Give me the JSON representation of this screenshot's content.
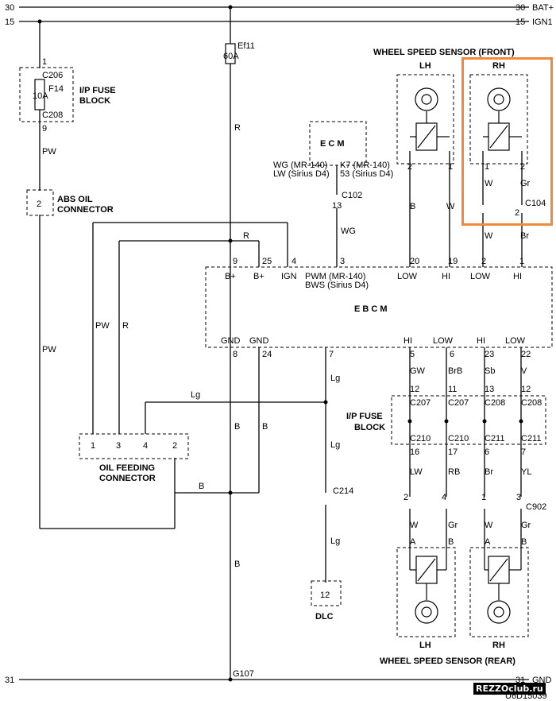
{
  "rails": {
    "bat": {
      "num_left": "30",
      "num_right": "30",
      "label": "BAT+"
    },
    "ign": {
      "num_left": "15",
      "num_right": "15",
      "label": "IGN1"
    },
    "gnd": {
      "num_left": "31",
      "num_right": "31",
      "label": "GND"
    }
  },
  "fuse_ip": {
    "pin_in": "1",
    "conn_in": "C206",
    "name": "F14",
    "rating": "10A",
    "conn_out": "C208",
    "pin_out": "9",
    "title_1": "I/P FUSE",
    "title_2": "BLOCK",
    "wire": "PW"
  },
  "abs_oil": {
    "pin": "2",
    "title_1": "ABS OIL",
    "title_2": "CONNECTOR"
  },
  "fuse_ef": {
    "name": "Ef11",
    "rating": "60A",
    "wire": "R"
  },
  "ecm": {
    "title": "E C M",
    "left_1": "WG (MR-140)",
    "left_2": "LW (Sirius D4)",
    "right_1": "K7 (MR-140)",
    "right_2": "53 (Sirius D4)",
    "conn": "C102",
    "pin": "13",
    "wire": "WG"
  },
  "front_sensor": {
    "title": "WHEEL SPEED SENSOR (FRONT)",
    "lh": "LH",
    "rh": "RH",
    "lh_pin_2": "2",
    "lh_pin_1": "1",
    "rh_pin_1": "1",
    "rh_pin_2": "2",
    "lh_wire_b": "B",
    "lh_wire_w": "W",
    "rh_wire_w": "W",
    "rh_wire_gr": "Gr",
    "conn": "C104",
    "c104_pin": "2",
    "rh_wire_w2": "W",
    "rh_wire_br": "Br"
  },
  "ebcm": {
    "title": "E B C M",
    "top_pins": [
      "9",
      "25",
      "4",
      "3",
      "20",
      "19",
      "2",
      "1"
    ],
    "top_labels": [
      "B+",
      "B+",
      "IGN",
      "PWM (MR-140)",
      "LOW",
      "HI",
      "LOW",
      "HI"
    ],
    "pwm_sub": "BWS (Sirius D4)",
    "bottom_labels": [
      "GND",
      "GND",
      "HI",
      "LOW",
      "HI",
      "LOW"
    ],
    "bottom_pins": [
      "8",
      "24",
      "7",
      "5",
      "6",
      "23",
      "22"
    ]
  },
  "wires_left": {
    "pw": "PW",
    "r": "R",
    "r_top": "R",
    "lg": "Lg",
    "b": "B"
  },
  "oil_feed": {
    "pins": [
      "1",
      "3",
      "4",
      "2"
    ],
    "title_1": "OIL FEEDING",
    "title_2": "CONNECTOR"
  },
  "ip_block2": {
    "title_1": "I/P FUSE",
    "title_2": "BLOCK",
    "wires_top": [
      "GW",
      "BrB",
      "Sb",
      "V"
    ],
    "pins_top": [
      "12",
      "11",
      "13",
      "12"
    ],
    "conn_top": [
      "C207",
      "C207",
      "C208",
      "C208"
    ],
    "conn_bot": [
      "C210",
      "C210",
      "C211",
      "C211"
    ],
    "pins_bot": [
      "16",
      "17",
      "6",
      "7"
    ],
    "wires_bot": [
      "LW",
      "RB",
      "Br",
      "YL"
    ]
  },
  "c902": {
    "name": "C902",
    "pins": [
      "2",
      "4",
      "1",
      "3"
    ],
    "wires": [
      "W",
      "Gr",
      "W",
      "Gr"
    ],
    "ab": [
      "A",
      "B",
      "A",
      "B"
    ]
  },
  "dlc": {
    "pin": "7",
    "wire": "Lg",
    "conn": "C214",
    "wire2": "Lg",
    "dlc_pin": "12",
    "title": "DLC"
  },
  "gnd": {
    "wire": "B",
    "name": "G107"
  },
  "rear_sensor": {
    "title": "WHEEL SPEED SENSOR (REAR)",
    "lh": "LH",
    "rh": "RH"
  },
  "footer": {
    "watermark": "REZZOclub.ru",
    "code": "U6D15039"
  }
}
